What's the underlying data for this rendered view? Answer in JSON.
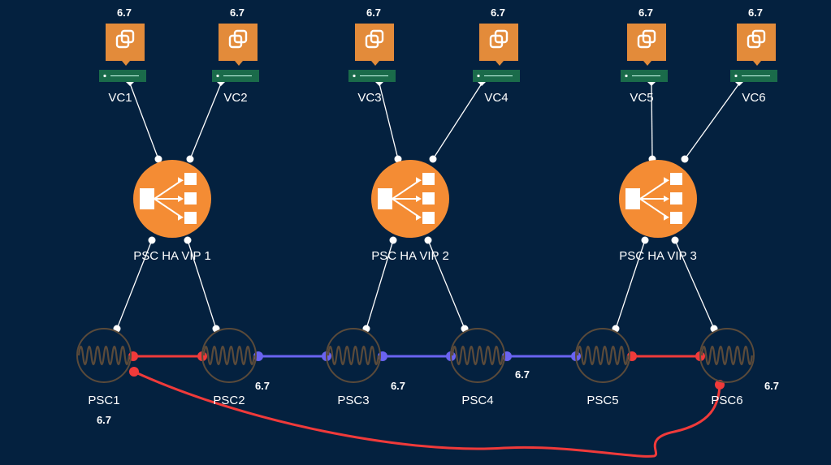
{
  "diagram": {
    "colors": {
      "background": "#04213f",
      "vcenter_icon": "#e38b3a",
      "appliance": "#1a6b4a",
      "load_balancer": "#f48c34",
      "psc_ring": "#5a4a3a",
      "link_white": "#ffffff",
      "replication_red": "#f03a3a",
      "replication_blue": "#6a63f0"
    },
    "vcenters": [
      {
        "id": "VC1",
        "label": "VC1",
        "version": "6.7",
        "vip": "vip1"
      },
      {
        "id": "VC2",
        "label": "VC2",
        "version": "6.7",
        "vip": "vip1"
      },
      {
        "id": "VC3",
        "label": "VC3",
        "version": "6.7",
        "vip": "vip2"
      },
      {
        "id": "VC4",
        "label": "VC4",
        "version": "6.7",
        "vip": "vip2"
      },
      {
        "id": "VC5",
        "label": "VC5",
        "version": "6.7",
        "vip": "vip3"
      },
      {
        "id": "VC6",
        "label": "VC6",
        "version": "6.7",
        "vip": "vip3"
      }
    ],
    "vips": [
      {
        "id": "vip1",
        "label": "PSC HA VIP 1",
        "icon": "load-balancer-icon"
      },
      {
        "id": "vip2",
        "label": "PSC HA VIP 2",
        "icon": "load-balancer-icon"
      },
      {
        "id": "vip3",
        "label": "PSC HA VIP 3",
        "icon": "load-balancer-icon"
      }
    ],
    "pscs": [
      {
        "id": "PSC1",
        "label": "PSC1",
        "version": "6.7",
        "vip": "vip1"
      },
      {
        "id": "PSC2",
        "label": "PSC2",
        "version": "6.7",
        "vip": "vip1"
      },
      {
        "id": "PSC3",
        "label": "PSC3",
        "version": "6.7",
        "vip": "vip2"
      },
      {
        "id": "PSC4",
        "label": "PSC4",
        "version": "6.7",
        "vip": "vip2"
      },
      {
        "id": "PSC5",
        "label": "PSC5",
        "version": "6.7",
        "vip": "vip3"
      },
      {
        "id": "PSC6",
        "label": "PSC6",
        "version": "6.7",
        "vip": "vip3"
      }
    ],
    "replication_links": [
      {
        "from": "PSC1",
        "to": "PSC2",
        "color": "red"
      },
      {
        "from": "PSC2",
        "to": "PSC3",
        "color": "blue"
      },
      {
        "from": "PSC3",
        "to": "PSC4",
        "color": "blue"
      },
      {
        "from": "PSC4",
        "to": "PSC5",
        "color": "blue"
      },
      {
        "from": "PSC5",
        "to": "PSC6",
        "color": "red"
      },
      {
        "from": "PSC1",
        "to": "PSC6",
        "color": "red",
        "curved": true
      }
    ]
  }
}
